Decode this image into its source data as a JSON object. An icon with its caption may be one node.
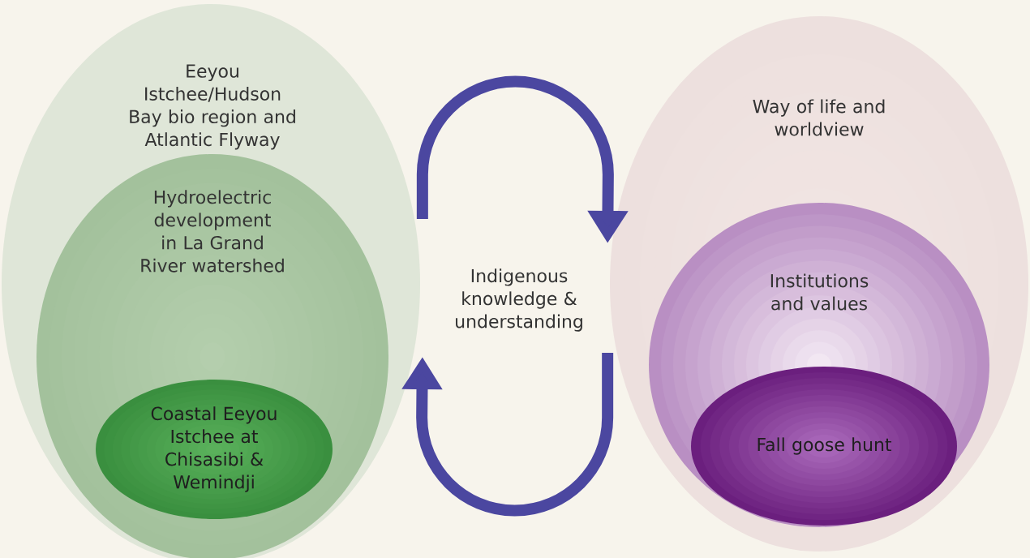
{
  "diagram": {
    "nodes": [
      {
        "text": [
          "Eeyou Istchee/Hudson Bay bio region and Atlantic Flyway"
        ]
      },
      {
        "text": [
          "Hydroelectric development in La Grand River watershed"
        ],
        "in": 0
      },
      {
        "text": [
          "Coastal Eeyou Istchee at Chisasibi & Wemindji"
        ],
        "in": 1
      },
      {
        "text": [
          "Way of life and worldview"
        ]
      },
      {
        "text": [
          "Institutions and values"
        ],
        "in": 3
      },
      {
        "text": [
          "Fall goose hunt"
        ],
        "in": 4
      }
    ],
    "edges": [
      {
        "from": 0,
        "to": 3,
        "arrow": "to"
      },
      {
        "from": 3,
        "to": 0,
        "arrow": "to"
      }
    ],
    "labels": [
      "Indigenous knowledge & understanding"
    ]
  }
}
